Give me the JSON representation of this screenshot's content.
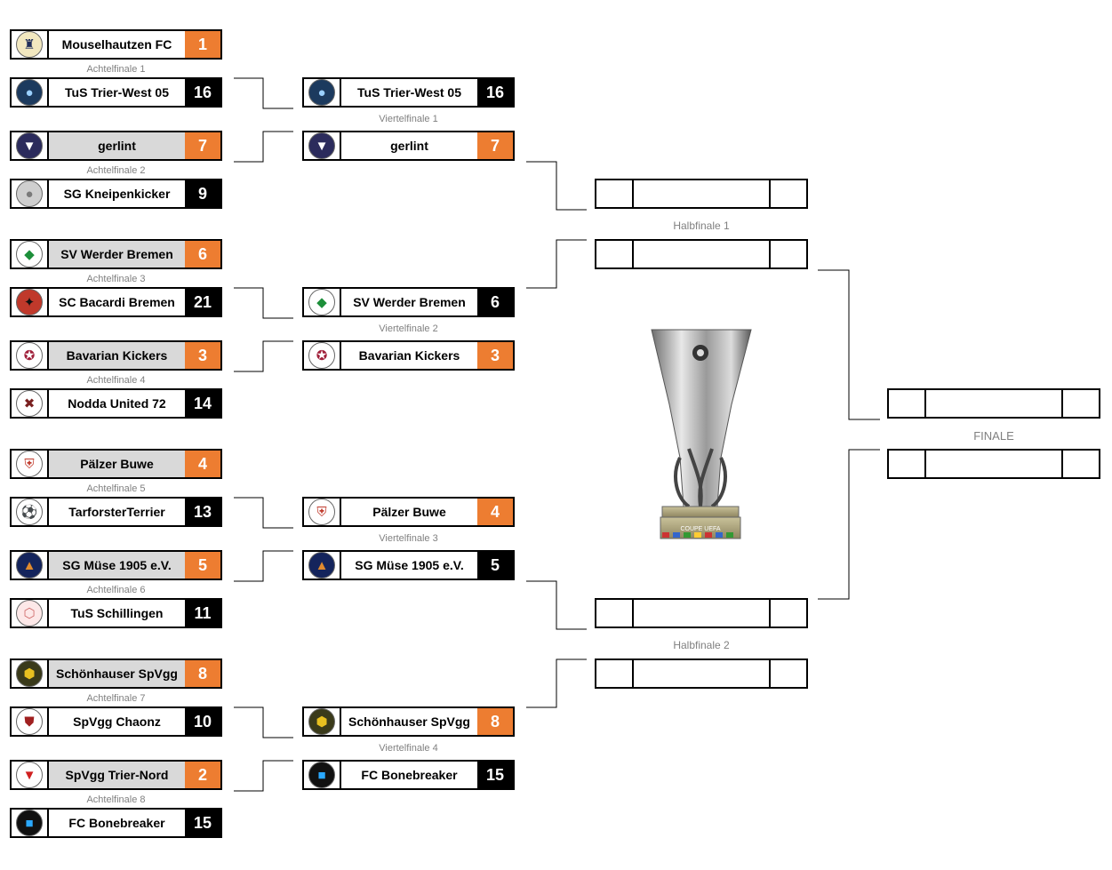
{
  "round_of_16": [
    {
      "label": "Achtelfinale 1",
      "home": {
        "name": "Mouselhautzen FC",
        "score": "1",
        "icon": "mouselhautzen-crest-icon"
      },
      "away": {
        "name": "TuS Trier-West 05",
        "score": "16",
        "icon": "trier-west-crest-icon"
      }
    },
    {
      "label": "Achtelfinale 2",
      "home": {
        "name": "gerlint",
        "score": "7",
        "icon": "gerlint-crest-icon"
      },
      "away": {
        "name": "SG Kneipenkicker",
        "score": "9",
        "icon": "kneipenkicker-crest-icon"
      }
    },
    {
      "label": "Achtelfinale 3",
      "home": {
        "name": "SV Werder Bremen",
        "score": "6",
        "icon": "werder-crest-icon"
      },
      "away": {
        "name": "SC Bacardi Bremen",
        "score": "21",
        "icon": "bacardi-crest-icon"
      }
    },
    {
      "label": "Achtelfinale 4",
      "home": {
        "name": "Bavarian Kickers",
        "score": "3",
        "icon": "bavarian-crest-icon"
      },
      "away": {
        "name": "Nodda United 72",
        "score": "14",
        "icon": "nodda-crest-icon"
      }
    },
    {
      "label": "Achtelfinale 5",
      "home": {
        "name": "Pälzer Buwe",
        "score": "4",
        "icon": "paelzer-crest-icon"
      },
      "away": {
        "name": "TarforsterTerrier",
        "score": "13",
        "icon": "tarforster-crest-icon"
      }
    },
    {
      "label": "Achtelfinale 6",
      "home": {
        "name": "SG Müse 1905 e.V.",
        "score": "5",
        "icon": "muese-crest-icon"
      },
      "away": {
        "name": "TuS Schillingen",
        "score": "11",
        "icon": "schillingen-crest-icon"
      }
    },
    {
      "label": "Achtelfinale 7",
      "home": {
        "name": "Schönhauser SpVgg",
        "score": "8",
        "icon": "schoenhauser-crest-icon"
      },
      "away": {
        "name": "SpVgg Chaonz",
        "score": "10",
        "icon": "chaonz-crest-icon"
      }
    },
    {
      "label": "Achtelfinale 8",
      "home": {
        "name": "SpVgg Trier-Nord",
        "score": "2",
        "icon": "trier-nord-crest-icon"
      },
      "away": {
        "name": "FC Bonebreaker",
        "score": "15",
        "icon": "bonebreaker-crest-icon"
      }
    }
  ],
  "quarter_finals": [
    {
      "label": "Viertelfinale 1",
      "home": {
        "name": "TuS Trier-West 05",
        "score": "16",
        "icon": "trier-west-crest-icon"
      },
      "away": {
        "name": "gerlint",
        "score": "7",
        "icon": "gerlint-crest-icon"
      }
    },
    {
      "label": "Viertelfinale 2",
      "home": {
        "name": "SV Werder Bremen",
        "score": "6",
        "icon": "werder-crest-icon"
      },
      "away": {
        "name": "Bavarian Kickers",
        "score": "3",
        "icon": "bavarian-crest-icon"
      }
    },
    {
      "label": "Viertelfinale 3",
      "home": {
        "name": "Pälzer Buwe",
        "score": "4",
        "icon": "paelzer-crest-icon"
      },
      "away": {
        "name": "SG Müse 1905 e.V.",
        "score": "5",
        "icon": "muese-crest-icon"
      }
    },
    {
      "label": "Viertelfinale 4",
      "home": {
        "name": "Schönhauser SpVgg",
        "score": "8",
        "icon": "schoenhauser-crest-icon"
      },
      "away": {
        "name": "FC Bonebreaker",
        "score": "15",
        "icon": "bonebreaker-crest-icon"
      }
    }
  ],
  "semi_finals": [
    {
      "label": "Halbfinale 1"
    },
    {
      "label": "Halbfinale 2"
    }
  ],
  "final": {
    "label": "FINALE"
  },
  "trophy_icon": "uefa-cup-trophy-icon",
  "trophy_text": "COUPE UEFA",
  "colors": {
    "orange": "#ed7d31",
    "black": "#000000",
    "loser_fill": "#d9d9d9",
    "label_gray": "#808080"
  }
}
